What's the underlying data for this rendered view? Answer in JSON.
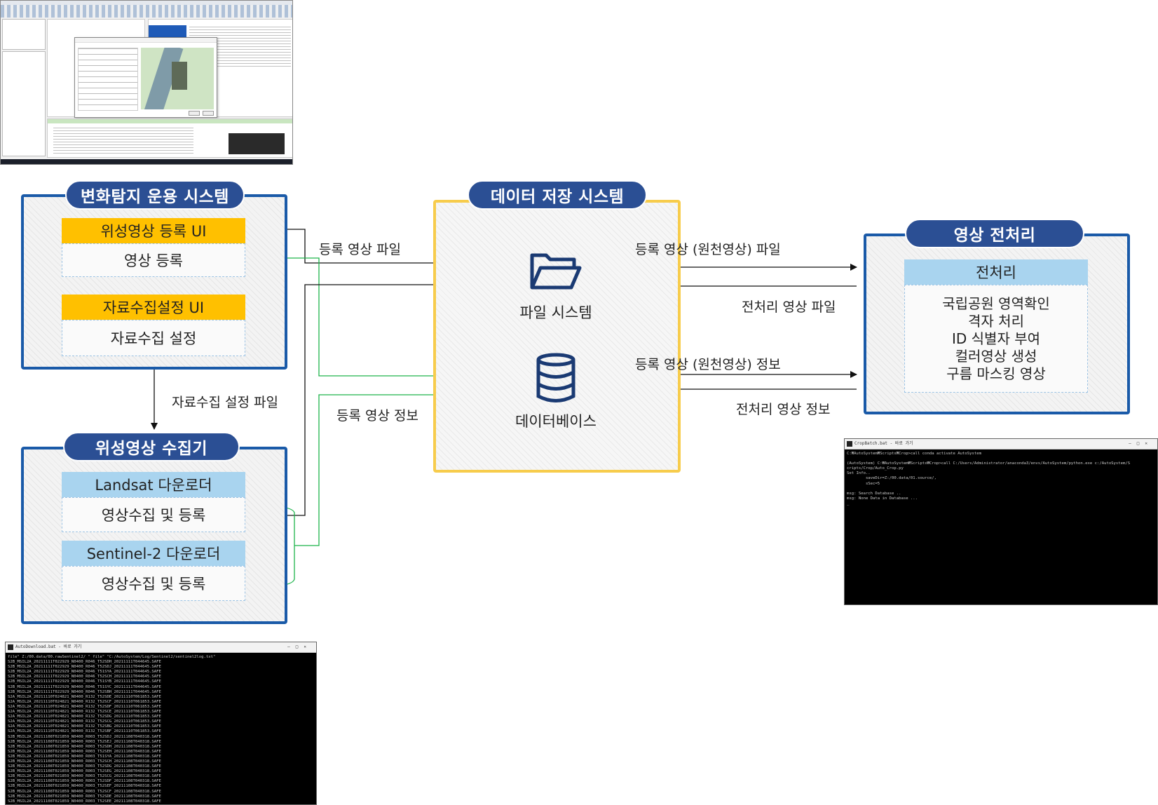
{
  "change_system": {
    "title": "변화탐지 운용 시스템",
    "satellite_ui_header": "위성영상 등록 UI",
    "satellite_ui_body": "영상 등록",
    "collect_ui_header": "자료수집설정 UI",
    "collect_ui_body": "자료수집 설정"
  },
  "collector": {
    "title": "위성영상 수집기",
    "landsat_header": "Landsat 다운로더",
    "landsat_body": "영상수집 및 등록",
    "sentinel_header": "Sentinel-2 다운로더",
    "sentinel_body": "영상수집 및 등록"
  },
  "storage": {
    "title": "데이터 저장 시스템",
    "file_system": "파일 시스템",
    "database": "데이터베이스"
  },
  "preprocess": {
    "title": "영상 전처리",
    "header": "전처리",
    "steps": [
      "국립공원 영역확인",
      "격자 처리",
      "ID 식별자 부여",
      "컬러영상 생성",
      "구름 마스킹 영상"
    ]
  },
  "labels": {
    "reg_file": "등록 영상 파일",
    "reg_info": "등록 영상 정보",
    "collect_file": "자료수집 설정 파일",
    "raw_file": "등록 영상 (원천영상) 파일",
    "pre_file": "전처리 영상 파일",
    "raw_info": "등록 영상 (원천영상) 정보",
    "pre_info": "전처리 영상 정보"
  },
  "colors": {
    "frame_blue": "#1a5aa8",
    "frame_yellow": "#f7cc4c",
    "pill": "#2b4f94",
    "header_yellow": "#ffc000",
    "header_blue": "#a9d4ef",
    "arrow_black": "#111111",
    "arrow_green": "#1db34a"
  },
  "icons": {
    "file_system": "folder-icon",
    "database": "database-icon"
  },
  "screenshots": {
    "crop_console": {
      "title": "CropBatch.bat - 바로 가기",
      "lines": [
        "C:₩AutoSystem₩Scripts₩Crop>call conda activate AutoSystem",
        "",
        "(AutoSystem) C:₩AutoSystem₩Scripts₩Crop>call C:/Users/Administrator/anaconda3/envs/AutoSystem/python.exe c:/AutoSystem/S",
        "cripts/Crop/Auto_Crop.py",
        "Set Info..",
        "        saveDir=Z:/00.data/01.source/,",
        "        sSec=5",
        "",
        "msg: Search Database ..",
        "msg: None Data in Database ...",
        "_"
      ]
    },
    "download_console": {
      "title": "AutoDownload.bat - 바로 가기",
      "lines": [
        "file\" Z:/00.data/00.rawSentinel2/ \" file\" \"C:/AutoSystem/Log/Sentinel2/sentinel2log.txt\"",
        "S2B_MSIL2A_20211111T022929_N0400_R046_T52SDH_20211111T044645.SAFE",
        "S2B_MSIL2A_20211111T022929_N0400_R046_T52SDJ_20211111T044645.SAFE",
        "S2B_MSIL2A_20211111T022929_N0400_R046_T51SYA_20211111T044645.SAFE",
        "S2B_MSIL2A_20211111T022929_N0400_R046_T52SCH_20211111T044645.SAFE",
        "S2B_MSIL2A_20211111T022929_N0400_R046_T51SYB_20211111T044645.SAFE",
        "S2B_MSIL2A_20211111T022929_N0400_R046_T51SYC_20211111T044645.SAFE",
        "S2B_MSIL2A_20211111T022929_N0400_R046_T52SBH_20211111T044645.SAFE",
        "S2A_MSIL2A_20211110T024821_N0400_R132_T52SDE_20211110T061853.SAFE",
        "S2A_MSIL2A_20211110T024821_N0400_R132_T52SCF_20211110T061853.SAFE",
        "S2A_MSIL2A_20211110T024821_N0400_R132_T52SDF_20211110T061853.SAFE",
        "S2A_MSIL2A_20211110T024821_N0400_R132_T52SCE_20211110T061853.SAFE",
        "S2A_MSIL2A_20211110T024821_N0400_R132_T52SDG_20211110T061853.SAFE",
        "S2A_MSIL2A_20211110T024821_N0400_R132_T52SCG_20211110T061853.SAFE",
        "S2A_MSIL2A_20211110T024821_N0400_R132_T52SBG_20211110T061853.SAFE",
        "S2A_MSIL2A_20211110T024821_N0400_R132_T52SBF_20211110T061853.SAFE",
        "S2B_MSIL2A_20211108T021859_N0400_R003_T52SDJ_20211108T040318.SAFE",
        "S2B_MSIL2A_20211108T021859_N0400_R003_T52SEJ_20211108T040318.SAFE",
        "S2B_MSIL2A_20211108T021859_N0400_R003_T52SDH_20211108T040318.SAFE",
        "S2B_MSIL2A_20211108T021859_N0400_R003_T52SEH_20211108T040318.SAFE",
        "S2B_MSIL2A_20211108T021859_N0400_R003_T51SYA_20211108T040318.SAFE",
        "S2B_MSIL2A_20211108T021859_N0400_R003_T52SCH_20211108T040318.SAFE",
        "S2B_MSIL2A_20211108T021859_N0400_R003_T52SDG_20211108T040318.SAFE",
        "S2B_MSIL2A_20211108T021859_N0400_R003_T52SEG_20211108T040318.SAFE",
        "S2B_MSIL2A_20211108T021859_N0400_R003_T52SCG_20211108T040318.SAFE",
        "S2B_MSIL2A_20211108T021859_N0400_R003_T52SDF_20211108T040318.SAFE",
        "S2B_MSIL2A_20211108T021859_N0400_R003_T52SEF_20211108T040318.SAFE",
        "S2B_MSIL2A_20211108T021859_N0400_R003_T52SCF_20211108T040318.SAFE",
        "S2B_MSIL2A_20211108T021859_N0400_R003_T52SDE_20211108T040318.SAFE",
        "S2B_MSIL2A_20211108T021859_N0400_R003_T52SEE_20211108T040318.SAFE",
        "S2B_MSIL2A_20211108T021859_N0400_R003_T52SCE_20211108T040318.SAFE"
      ]
    }
  }
}
